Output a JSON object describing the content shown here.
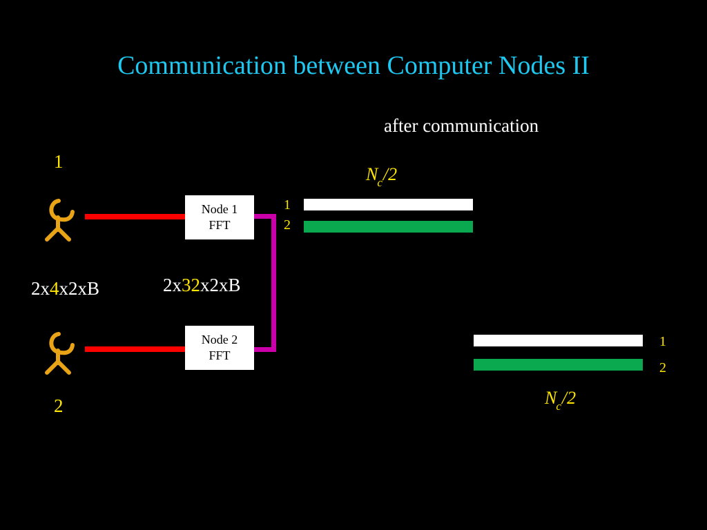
{
  "slide": {
    "title": "Communication between Computer Nodes II",
    "background_color": "#000000",
    "title_color": "#1ec8f0"
  },
  "right_column": {
    "heading": "after communication",
    "top_size_label": {
      "symbol": "N",
      "subscript": "c",
      "suffix": "/2"
    },
    "bottom_size_label": {
      "symbol": "N",
      "subscript": "c",
      "suffix": "/2"
    }
  },
  "nodes": [
    {
      "name": "Node 1",
      "operation": "FFT",
      "index_label": "1"
    },
    {
      "name": "Node 2",
      "operation": "FFT",
      "index_label": "2"
    }
  ],
  "annotations": {
    "left_size": {
      "prefix": "2x",
      "highlight": "4",
      "suffix": "x2xB"
    },
    "middle_size": {
      "prefix": "2x",
      "highlight": "32",
      "suffix": "x2xB"
    }
  },
  "bars": {
    "top_group": [
      {
        "label": "1",
        "color": "#ffffff",
        "name": "white"
      },
      {
        "label": "2",
        "color": "#0aa94f",
        "name": "green"
      }
    ],
    "bottom_group": [
      {
        "label": "1",
        "color": "#ffffff",
        "name": "white"
      },
      {
        "label": "2",
        "color": "#0aa94f",
        "name": "green"
      }
    ]
  },
  "colors": {
    "title": "#1ec8f0",
    "highlight_yellow": "#ffe600",
    "link_red": "#ff0000",
    "connector_magenta": "#cc00aa",
    "bar_green": "#0aa94f",
    "bar_white": "#ffffff",
    "antenna_gold": "#e8a317"
  },
  "icons": {
    "antenna": "satellite-dish-icon"
  }
}
